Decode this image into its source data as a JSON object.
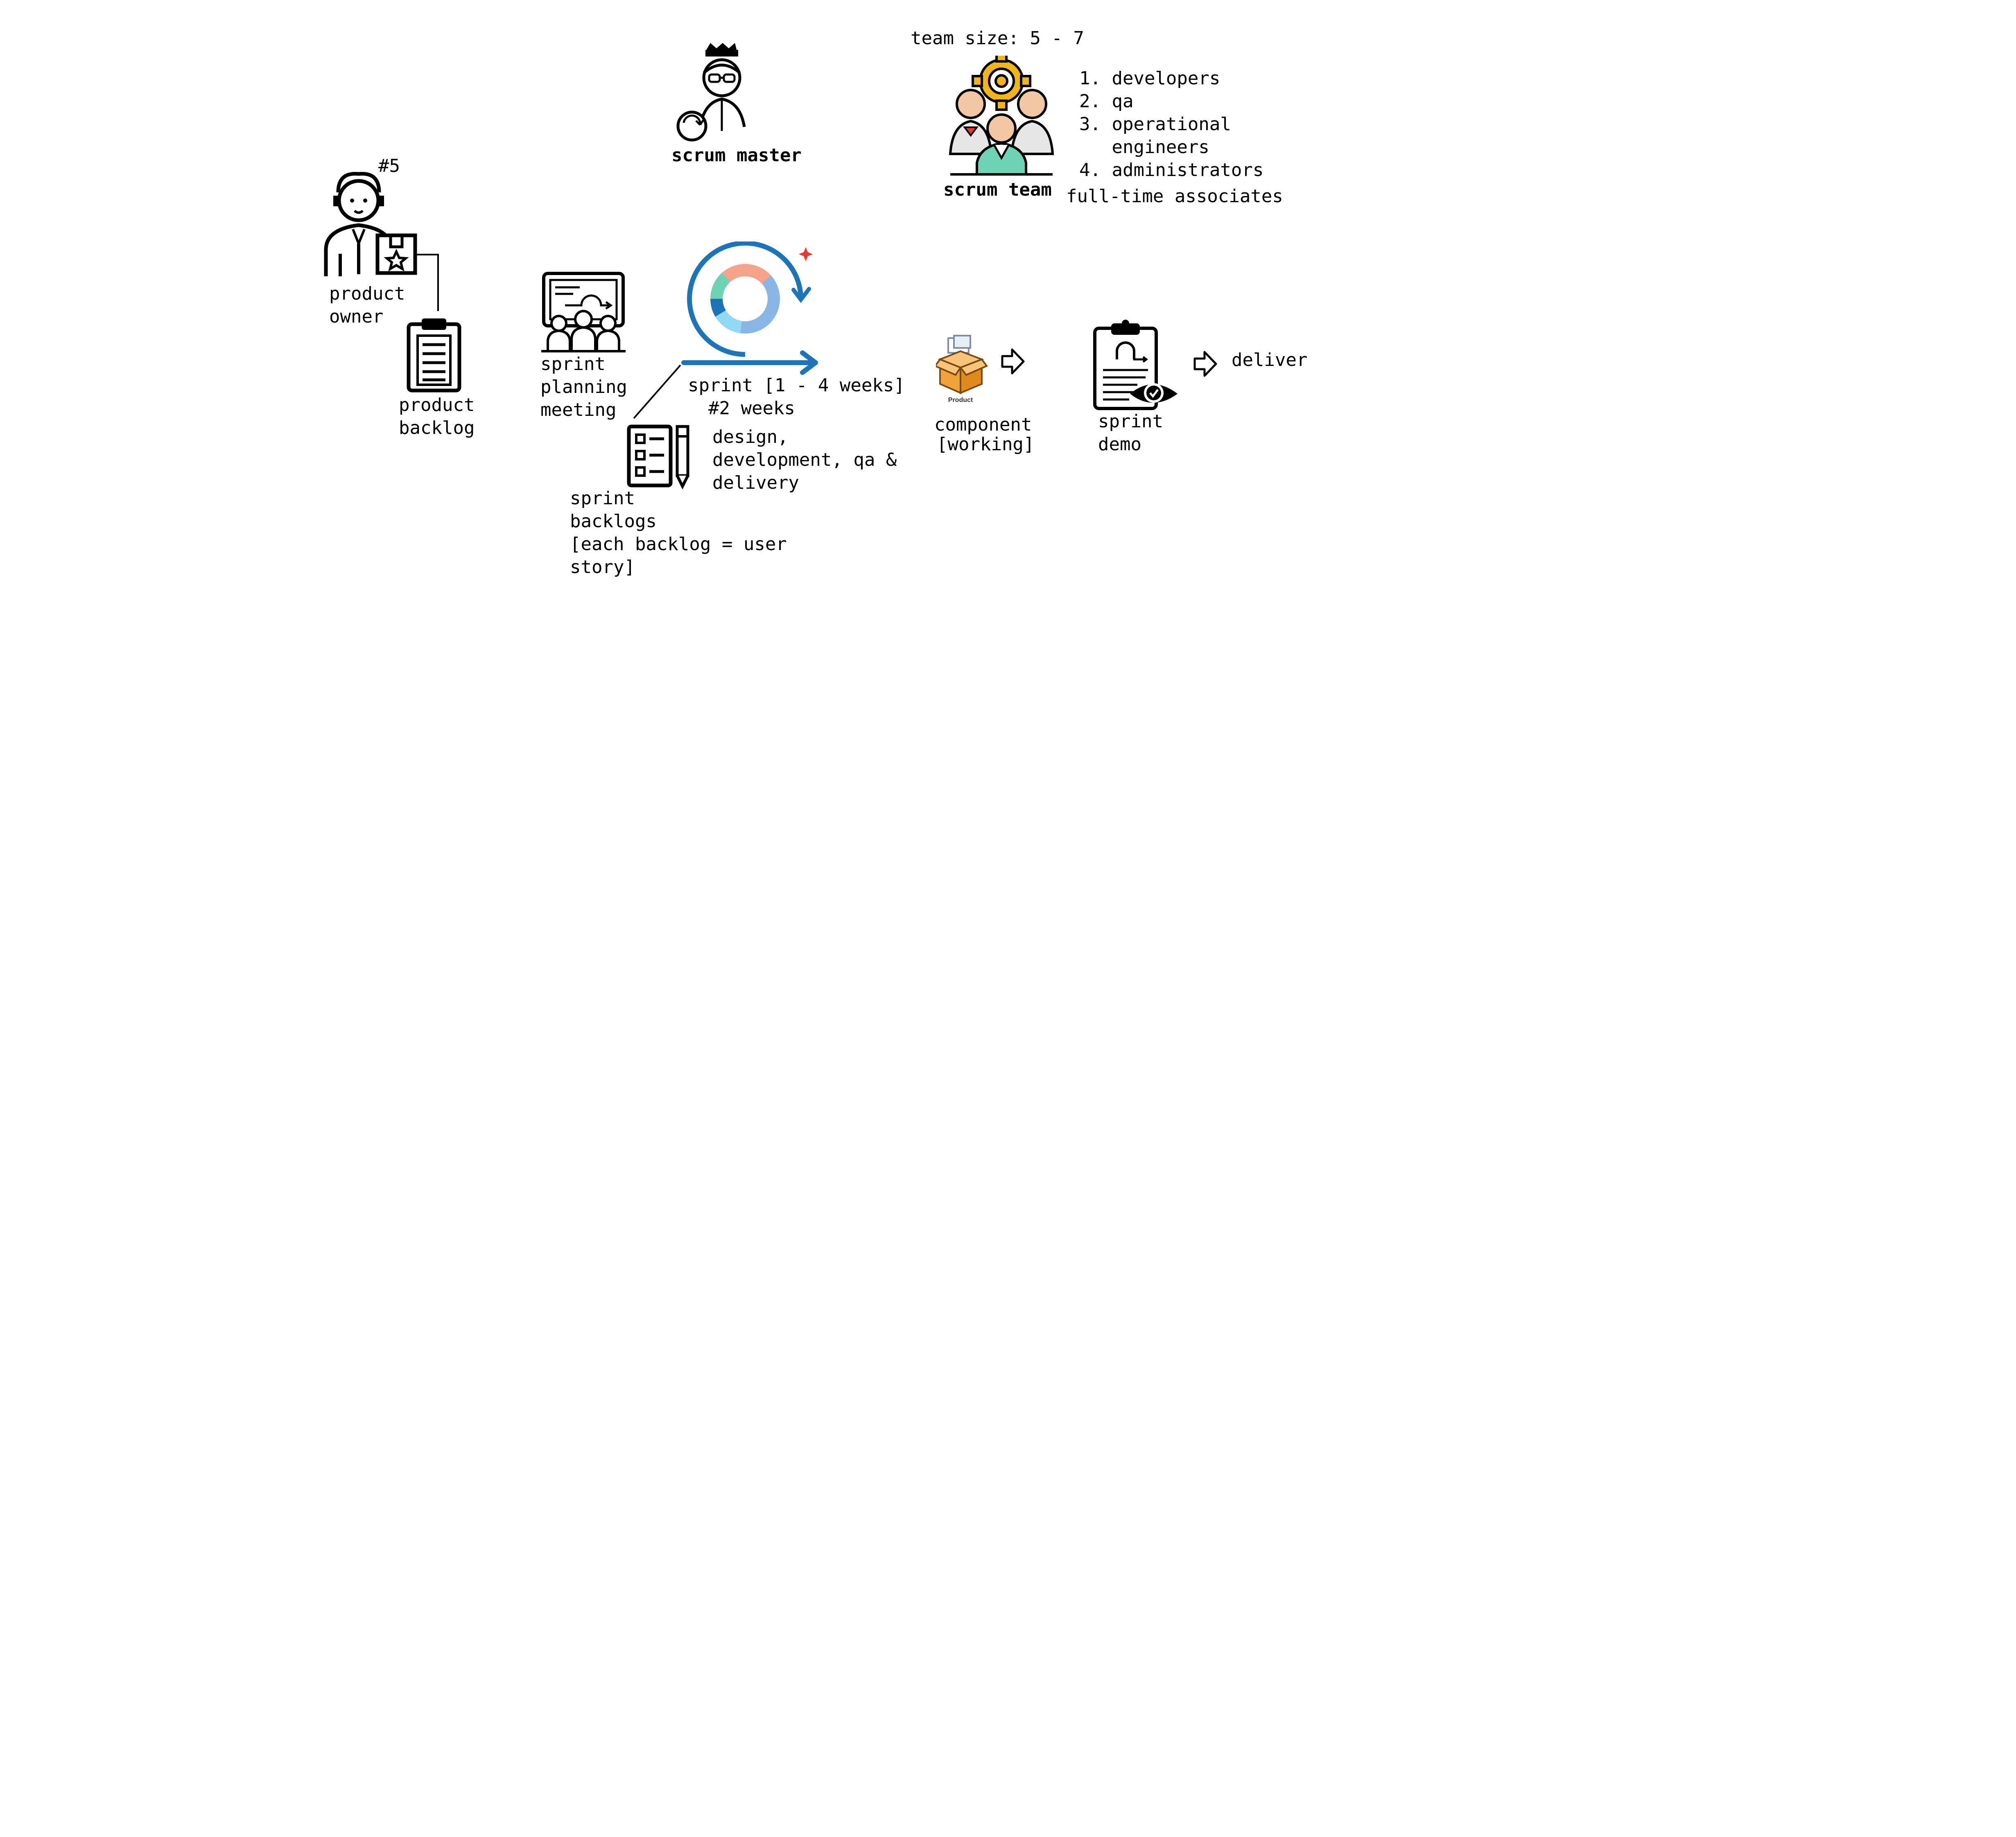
{
  "diagram": {
    "team_size": "team size: 5 - 7",
    "scrum_master": "scrum master",
    "scrum_team": "scrum team",
    "team_roles": [
      "1. developers",
      "2. qa",
      "3. operational",
      "   engineers",
      "4. administrators"
    ],
    "full_time": "full-time associates",
    "product_owner_tag": "#5",
    "product_owner": [
      "product",
      "owner"
    ],
    "product_backlog": [
      "product",
      "backlog"
    ],
    "sprint_planning": [
      "sprint",
      "planning",
      "meeting"
    ],
    "sprint": "sprint [1 - 4 weeks]",
    "sprint_tag": "#2 weeks",
    "activities": [
      "design,",
      "development, qa &",
      "delivery"
    ],
    "sprint_backlogs": [
      "sprint",
      "backlogs",
      "[each backlog = user",
      "story]"
    ],
    "component": [
      "component",
      "[working]"
    ],
    "product_box_label": "Product",
    "sprint_demo": [
      "sprint",
      "demo"
    ],
    "deliver": "deliver"
  },
  "colors": {
    "sprint_blue": "#1f73b7",
    "accent_red": "#e53935",
    "gear_yellow": "#f2b519",
    "skin": "#f3c7a3",
    "teal": "#6dd3b4",
    "box_orange": "#f2a23a"
  }
}
